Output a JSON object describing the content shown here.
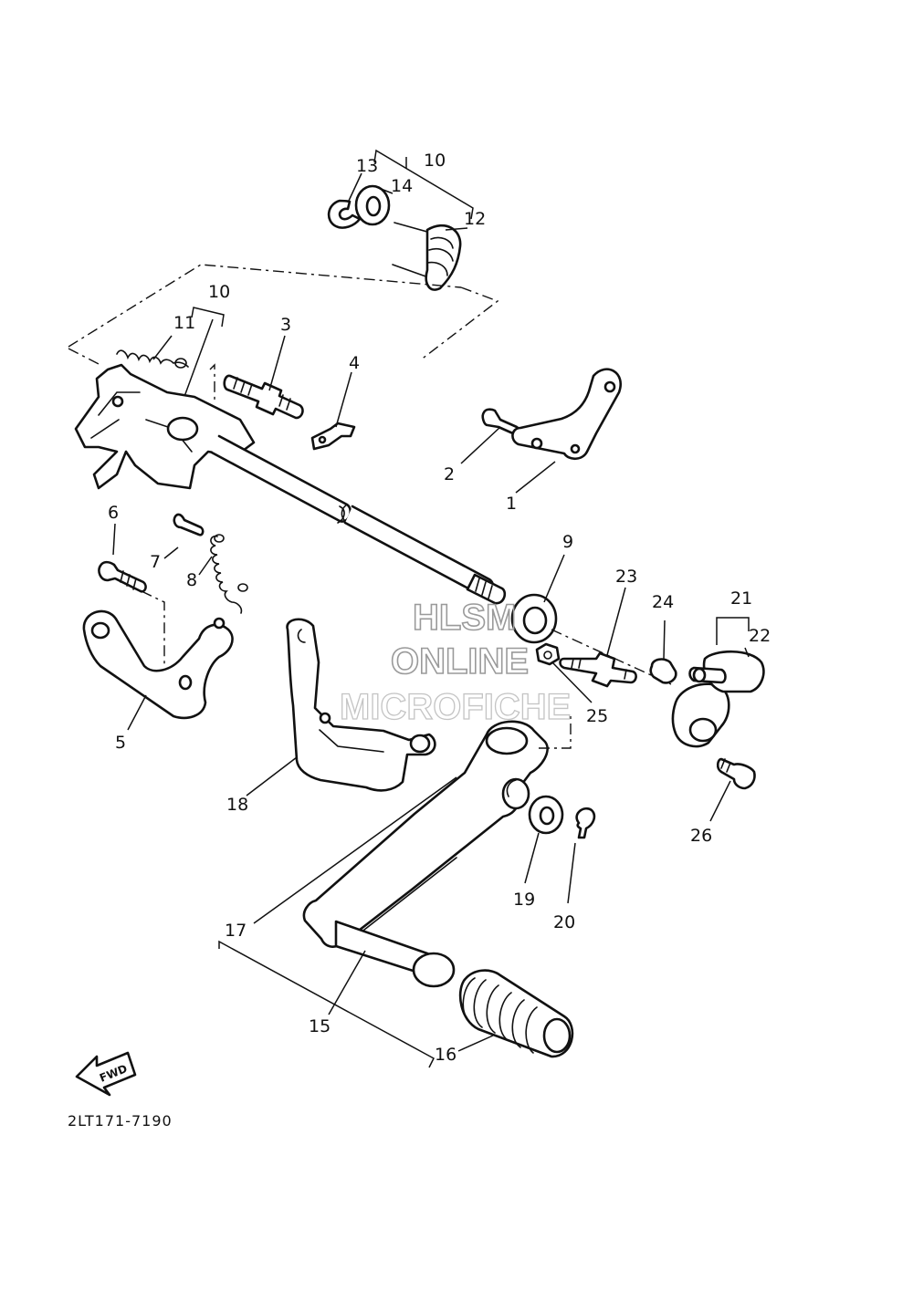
{
  "diagram": {
    "callouts": {
      "c1": "1",
      "c2": "2",
      "c3": "3",
      "c4": "4",
      "c5": "5",
      "c6": "6",
      "c7": "7",
      "c8": "8",
      "c9": "9",
      "c10_top": "10",
      "c10_mid": "10",
      "c11": "11",
      "c12": "12",
      "c13": "13",
      "c14": "14",
      "c15": "15",
      "c16": "16",
      "c17": "17",
      "c18": "18",
      "c19": "19",
      "c20": "20",
      "c21": "21",
      "c22": "22",
      "c23": "23",
      "c24": "24",
      "c25": "25",
      "c26": "26"
    },
    "drawing_code": "2LT171-7190",
    "fwd_label": "FWD"
  },
  "watermark": {
    "line1": "HLSM",
    "line2": "ONLINE",
    "line3": "MICROFICHE"
  }
}
